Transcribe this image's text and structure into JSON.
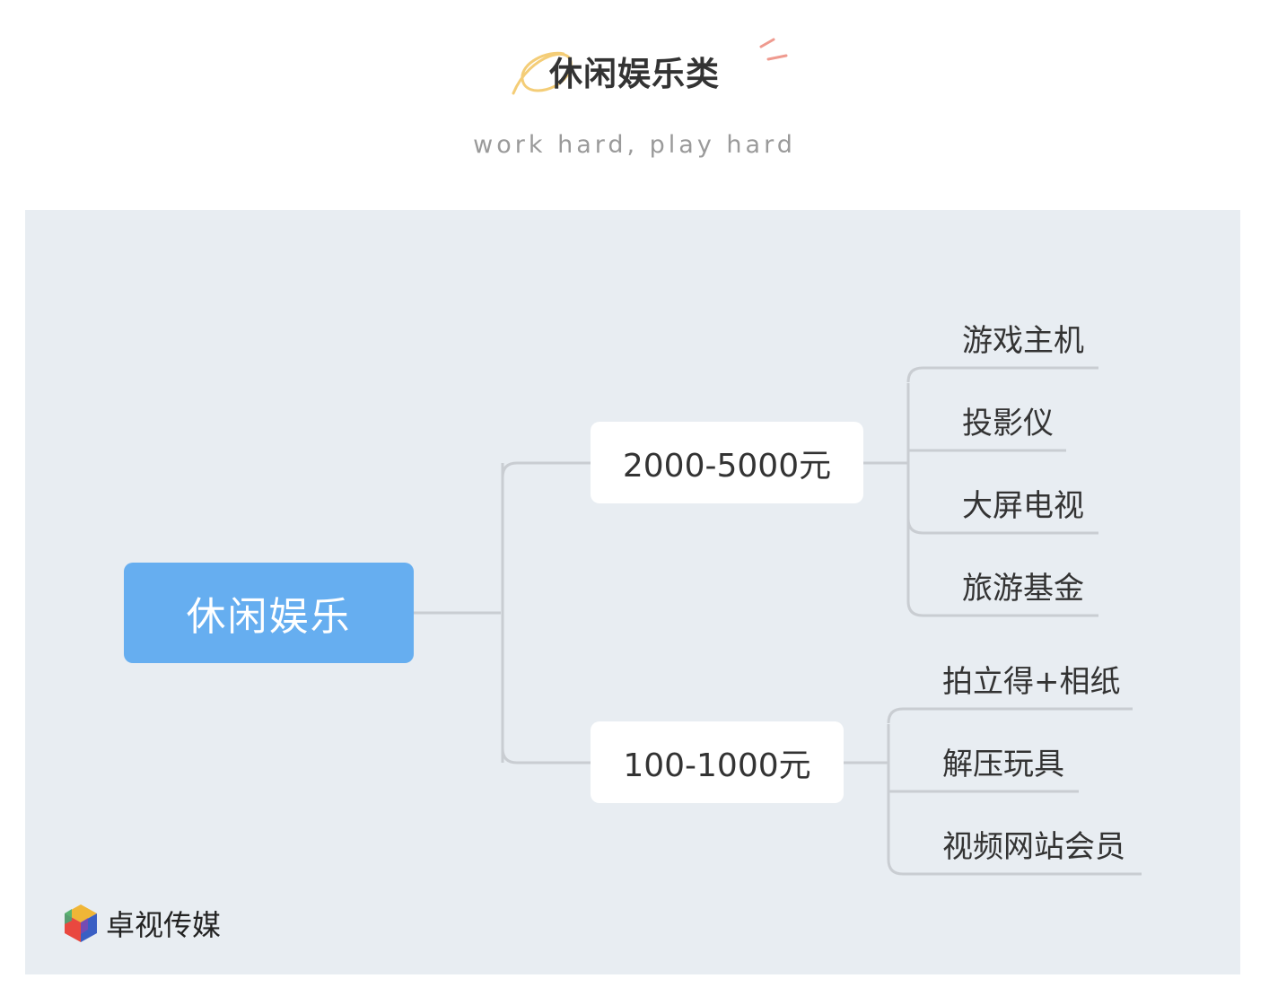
{
  "header": {
    "title": "休闲娱乐类",
    "subtitle": "work hard, play hard"
  },
  "mindmap": {
    "root": "休闲娱乐",
    "branches": [
      {
        "label": "2000-5000元",
        "children": [
          "游戏主机",
          "投影仪",
          "大屏电视",
          "旅游基金"
        ]
      },
      {
        "label": "100-1000元",
        "children": [
          "拍立得+相纸",
          "解压玩具",
          "视频网站会员"
        ]
      }
    ]
  },
  "brand": {
    "name": "卓视传媒"
  },
  "colors": {
    "root_fill": "#66aef0",
    "panel_bg": "#e8edf2",
    "connector": "#c9cdd2"
  }
}
